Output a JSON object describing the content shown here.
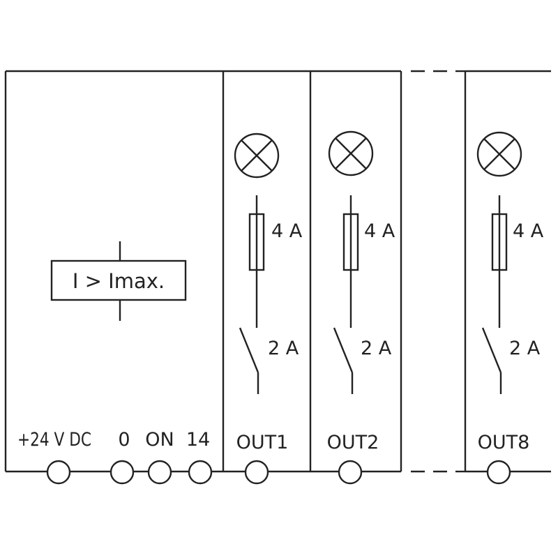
{
  "supply_module": {
    "overcurrent_box_label": "I > Imax.",
    "terminals": {
      "supply": "+24 V DC",
      "zero": "0",
      "on": "ON",
      "fourteen": "14"
    }
  },
  "channels": [
    {
      "output_label": "OUT1",
      "fuse_rating": "4 A",
      "switch_rating": "2 A"
    },
    {
      "output_label": "OUT2",
      "fuse_rating": "4 A",
      "switch_rating": "2 A"
    },
    {
      "output_label": "OUT8",
      "fuse_rating": "4 A",
      "switch_rating": "2 A"
    }
  ],
  "colors": {
    "line": "#222222",
    "background": "#ffffff"
  }
}
